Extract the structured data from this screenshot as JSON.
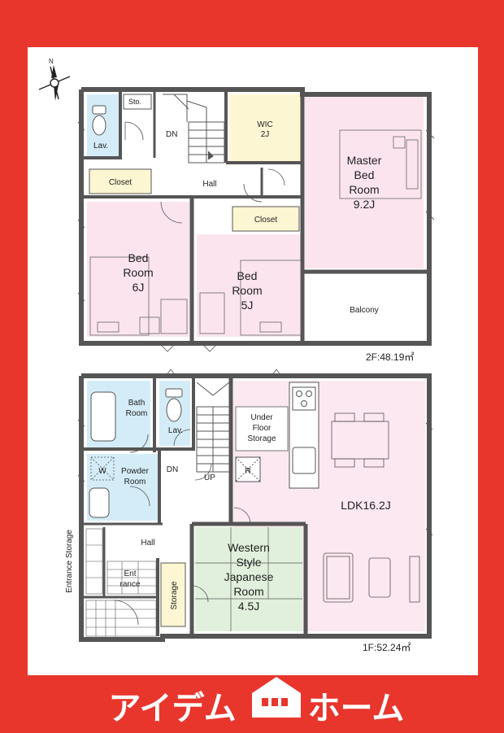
{
  "compass": {
    "north_label": "N"
  },
  "floor2": {
    "area_label": "2F:48.19㎡",
    "rooms": {
      "lav": "Lav.",
      "sto": "Sto.",
      "dn": "DN",
      "wic_name": "WIC",
      "wic_size": "2J",
      "hall": "Hall",
      "closet_left": "Closet",
      "closet_center": "Closet",
      "master_line1": "Master",
      "master_line2": "Bed",
      "master_line3": "Room",
      "master_size": "9.2J",
      "bed6_line1": "Bed",
      "bed6_line2": "Room",
      "bed6_size": "6J",
      "bed5_line1": "Bed",
      "bed5_line2": "Room",
      "bed5_size": "5J",
      "balcony": "Balcony"
    }
  },
  "floor1": {
    "area_label": "1F:52.24㎡",
    "rooms": {
      "bath_line1": "Bath",
      "bath_line2": "Room",
      "lav": "Lav.",
      "under_line1": "Under",
      "under_line2": "Floor",
      "under_line3": "Storage",
      "r_mark": "R",
      "w_mark": "W",
      "powder_line1": "Powder",
      "powder_line2": "Room",
      "dn": "DN",
      "up": "UP",
      "ldk": "LDK16.2J",
      "hall": "Hall",
      "entrance_storage": "Entrance Storage",
      "ent_line1": "Ent",
      "ent_line2": "rance",
      "storage": "Storage",
      "western_line1": "Western",
      "western_line2": "Style",
      "western_line3": "Japanese",
      "western_line4": "Room",
      "western_size": "4.5J"
    }
  },
  "brand": {
    "part1": "アイデム",
    "part2": "ホーム"
  },
  "colors": {
    "frame_red": "#e8362d",
    "wall": "#555555",
    "bedroom_pink": "#fbe4ee",
    "wet_blue": "#d4ecf7",
    "closet_yellow": "#fdf6d2",
    "tatami_green": "#e1f0dc",
    "ldk_pink": "#fce8f0"
  }
}
